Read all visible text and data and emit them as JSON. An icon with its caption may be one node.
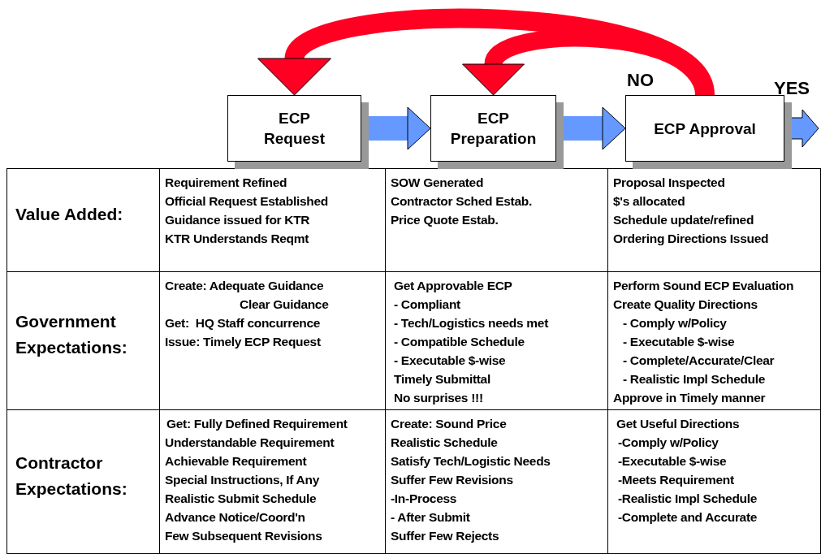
{
  "diagram": {
    "nodes": [
      {
        "text": [
          "ECP Request"
        ]
      },
      {
        "text": [
          "ECP Preparation"
        ]
      },
      {
        "text": [
          "ECP Approval"
        ]
      }
    ],
    "edges": [
      {
        "from": 0,
        "to": 1,
        "arrow": "to"
      },
      {
        "from": 1,
        "to": 2,
        "arrow": "to"
      },
      {
        "from": 2,
        "to": 0,
        "arrow": "to",
        "color": "#ff0022"
      },
      {
        "from": 2,
        "to": 1,
        "arrow": "to",
        "color": "#ff0022"
      },
      {
        "from": 2,
        "to": null,
        "arrow": "to",
        "label": "YES"
      }
    ],
    "labels": [
      "NO",
      "Value Added:",
      "Requirement Refined",
      "Official Request Established",
      "Guidance issued for KTR",
      "KTR Understands Reqmt",
      "SOW Generated",
      "Contractor Sched Estab.",
      "Price Quote Estab.",
      "Proposal Inspected",
      "$'s allocated",
      "Schedule update/refined",
      "Ordering Directions Issued",
      "Government Expectations:",
      "Create: Adequate Guidance",
      "Clear Guidance",
      "Get:  HQ Staff concurrence",
      "Issue: Timely ECP Request",
      "Get Approvable ECP",
      "- Compliant",
      "- Tech/Logistics needs met",
      "- Compatible Schedule",
      "- Executable $-wise",
      "Timely Submittal",
      "No surprises !!!",
      "Perform Sound ECP Evaluation",
      "Create Quality Directions",
      "- Comply w/Policy",
      "- Executable $-wise",
      "- Complete/Accurate/Clear",
      "- Realistic Impl Schedule",
      "Approve in Timely manner",
      "Contractor Expectations:",
      "Get: Fully Defined Requirement",
      "Understandable Requirement",
      "Achievable Requirement",
      "Special Instructions, If Any",
      "Realistic Submit Schedule",
      "Advance Notice/Coord'n",
      "Few Subsequent Revisions",
      "Create: Sound Price",
      "Realistic Schedule",
      "Satisfy Tech/Logistic Needs",
      "Suffer Few Revisions",
      "-In-Process",
      "- After Submit",
      "Suffer Few Rejects",
      "Get Useful Directions",
      "-Comply w/Policy",
      "-Executable $-wise",
      "-Meets Requirement",
      "-Realistic Impl Schedule",
      "-Complete and Accurate"
    ]
  }
}
